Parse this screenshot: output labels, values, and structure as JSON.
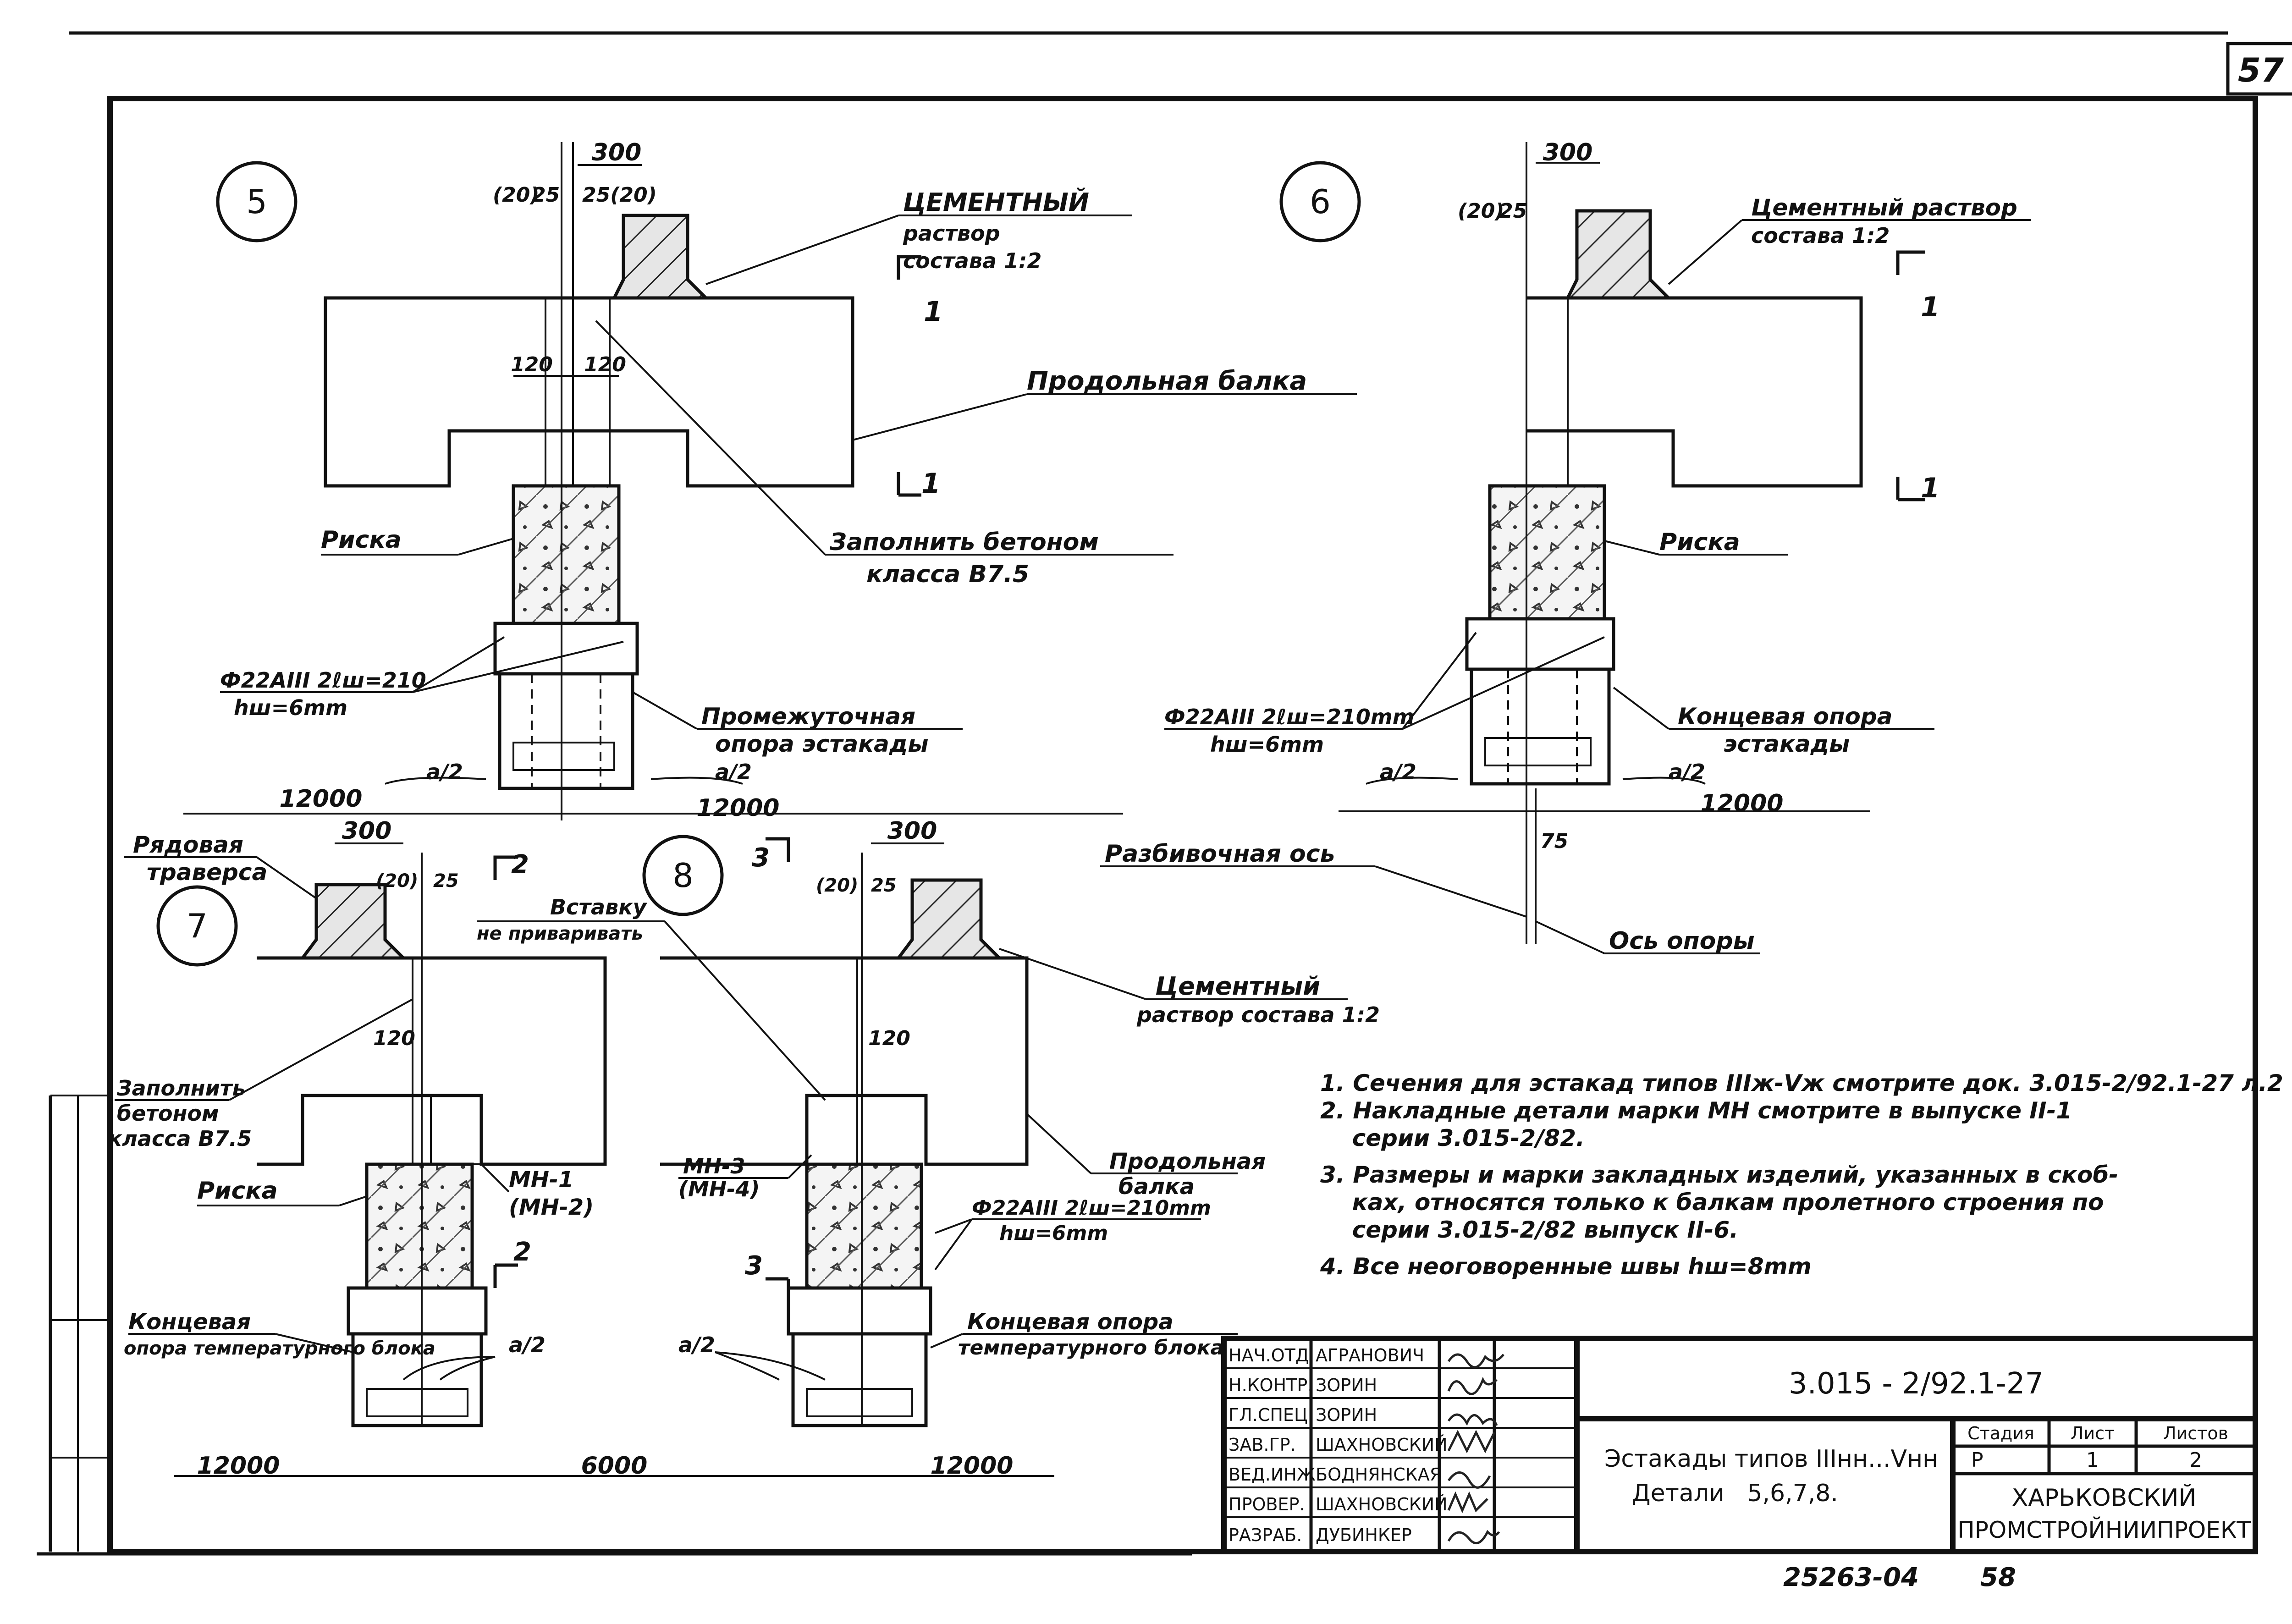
{
  "sheet": {
    "page_number": "57",
    "bottom_archive_number": "25263-04",
    "bottom_page_number": "58"
  },
  "details": [
    {
      "id": "5",
      "dims": {
        "top": "300",
        "left_a": "(20)",
        "left_b": "25",
        "right_ab": "25(20)",
        "half_l": "120",
        "half_r": "120",
        "span_l": "12000",
        "span_r": "12000"
      },
      "section_mark": "1",
      "labels": {
        "mortar_title": "ЦЕМЕНТНЫЙ",
        "mortar_l2": "раствор",
        "mortar_l3": "состава 1:2",
        "beam": "Продольная балка",
        "fill_l1": "Заполнить бетоном",
        "fill_l2": "класса В7.5",
        "risk": "Риска",
        "rebar_l1": "Ф22АIII 2ℓш=210",
        "rebar_l2": "hш=6mm",
        "support_l1": "Промежуточная",
        "support_l2": "опора эстакады",
        "a2_l": "a/2",
        "a2_r": "a/2"
      }
    },
    {
      "id": "6",
      "dims": {
        "top": "300",
        "left_a": "(20)",
        "left_b": "25",
        "span": "12000",
        "offset": "75"
      },
      "section_mark": "1",
      "labels": {
        "mortar_l1": "Цементный раствор",
        "mortar_l2": "состава 1:2",
        "risk": "Риска",
        "rebar_l1": "Ф22АIII 2ℓш=210mm",
        "rebar_l2": "hш=6mm",
        "support_l1": "Концевая опора",
        "support_l2": "эстакады",
        "expansion_axis": "Разбивочная ось",
        "support_axis": "Ось опоры",
        "a2_l": "a/2",
        "a2_r": "a/2"
      }
    },
    {
      "id": "7",
      "dims": {
        "top": "300",
        "left_a": "(20)",
        "left_b": "25",
        "half": "120",
        "span_l": "12000"
      },
      "section_mark": "2",
      "labels": {
        "span_bay_l1": "Рядовая",
        "span_bay_l2": "траверса",
        "fill_l1": "Заполнить",
        "fill_l2": "бетоном",
        "fill_l3": "класса В7.5",
        "risk": "Риска",
        "mn_l1": "МН-1",
        "mn_l2": "(МН-2)",
        "support_l1": "Концевая",
        "support_l2": "опора температурного блока",
        "a2": "a/2"
      }
    },
    {
      "id": "8",
      "dims": {
        "top": "300",
        "left_a": "(20)",
        "left_b": "25",
        "half": "120",
        "span_mid": "6000",
        "span_r": "12000"
      },
      "section_mark": "3",
      "labels": {
        "insert_l1": "Вставку",
        "insert_l2": "не приваривать",
        "mortar_l1": "Цементный",
        "mortar_l2": "раствор состава 1:2",
        "beam_l1": "Продольная",
        "beam_l2": "балка",
        "mn_l1": "МН-3",
        "mn_l2": "(МН-4)",
        "rebar_l1": "Ф22АIII 2ℓш=210mm",
        "rebar_l2": "hш=6mm",
        "support_l1": "Концевая опора",
        "support_l2": "температурного блока",
        "a2": "a/2"
      }
    }
  ],
  "notes": [
    "1. Сечения для эстакад типов IIIж-Vж смотрите док. 3.015-2/92.1-27 л.2",
    "2. Накладные детали марки МН смотрите в выпуске II-1",
    "    серии 3.015-2/82.",
    "3. Размеры и марки закладных изделий, указанных в скоб-",
    "    ках, относятся только к балкам пролетного строения по",
    "    серии 3.015-2/82 выпуск II-6.",
    "4. Все неоговоренные швы hш=8mm"
  ],
  "title_block": {
    "signatures": [
      {
        "role": "НАЧ.ОТД.",
        "name": "АГРАНОВИЧ"
      },
      {
        "role": "Н.КОНТР.",
        "name": "ЗОРИН"
      },
      {
        "role": "ГЛ.СПЕЦ.",
        "name": "ЗОРИН"
      },
      {
        "role": "ЗАВ.ГР.",
        "name": "ШАХНОВСКИЙ"
      },
      {
        "role": "ВЕД.ИНЖ.",
        "name": "БОДНЯНСКАЯ"
      },
      {
        "role": "ПРОВЕР.",
        "name": "ШАХНОВСКИЙ"
      },
      {
        "role": "РАЗРАБ.",
        "name": "ДУБИНКЕР"
      }
    ],
    "doc_code": "3.015 - 2/92.1-27",
    "title_l1": "Эстакады типов IIIнн...Vнн",
    "title_l2": "Детали   5,6,7,8.",
    "stage_header": "Стадия",
    "sheet_header": "Лист",
    "sheets_header": "Листов",
    "stage": "Р",
    "sheet": "1",
    "sheets": "2",
    "org_l1": "ХАРЬКОВСКИЙ",
    "org_l2": "ПРОМСТРОЙНИИПРОЕКТ"
  }
}
